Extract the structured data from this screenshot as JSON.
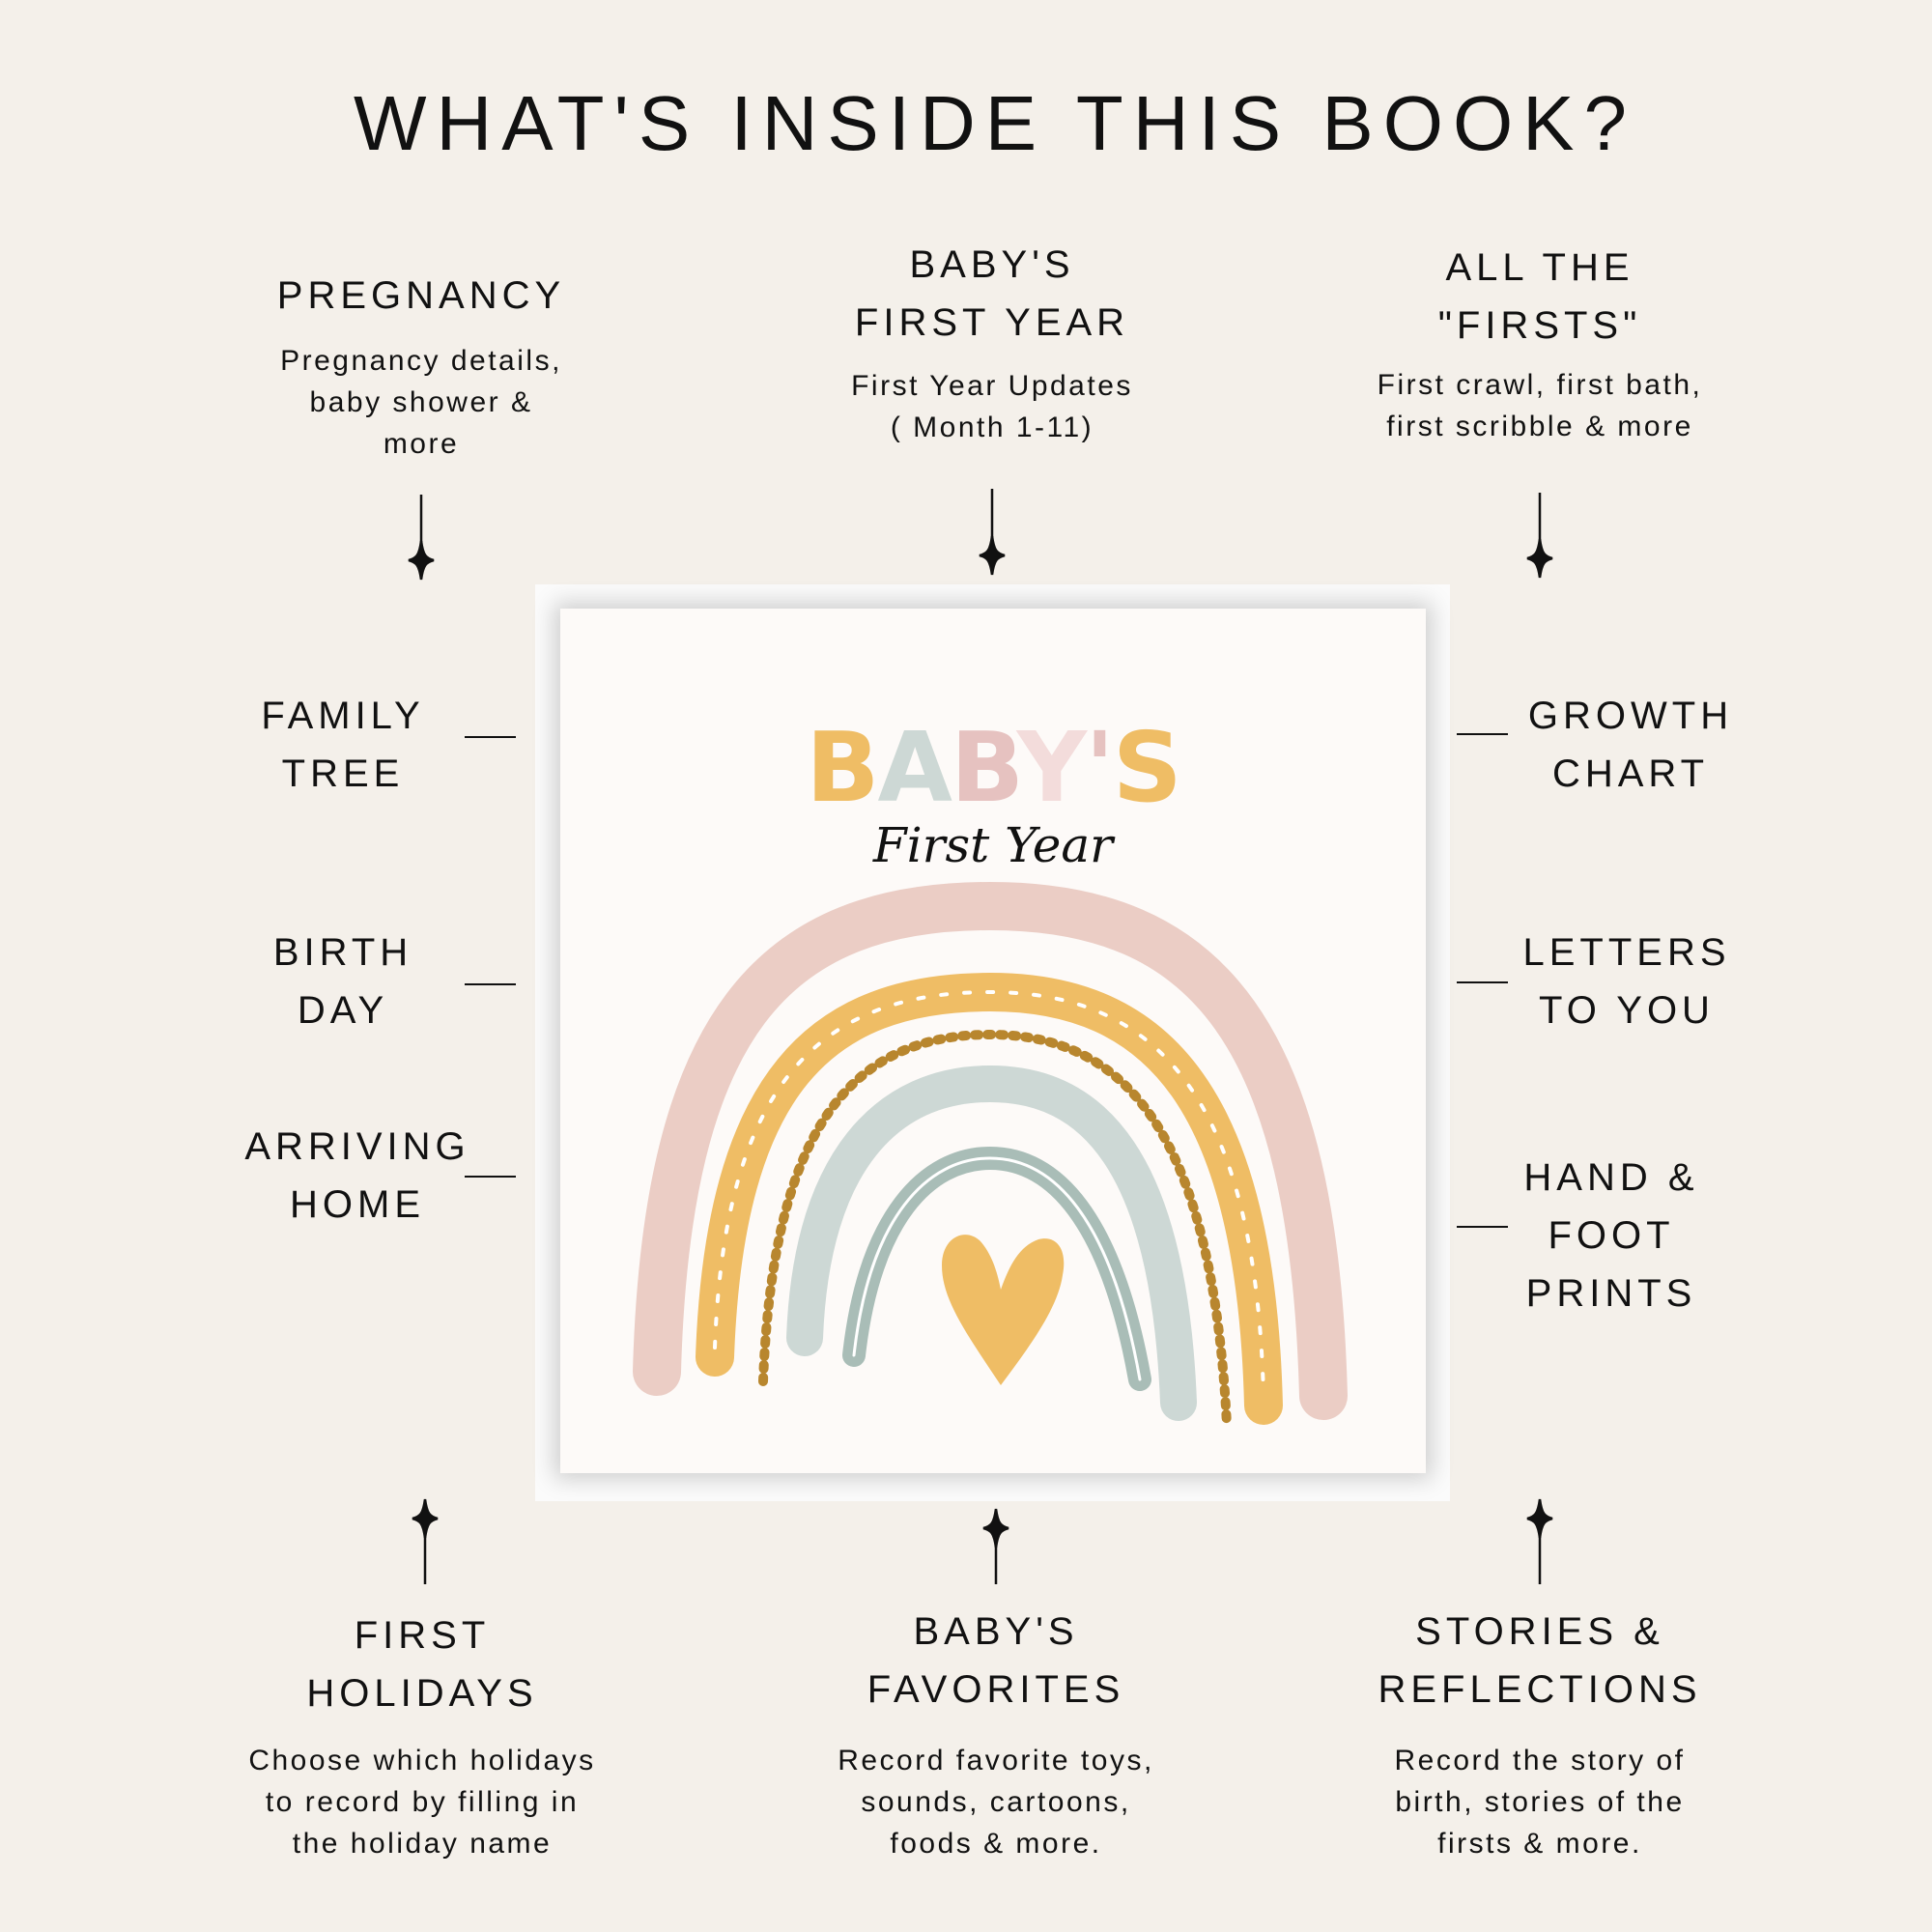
{
  "title": "WHAT'S INSIDE THIS BOOK?",
  "cover": {
    "title": "BABY'S",
    "subtitle": "First Year",
    "letter_colors": [
      "#efbd65",
      "#cdd8d5",
      "#e6c2c0",
      "#f3dcdb",
      "#e6c2c0",
      "#efbd65"
    ]
  },
  "top": [
    {
      "heading": [
        "PREGNANCY"
      ],
      "desc": [
        "Pregnancy details,",
        "baby shower &",
        "more"
      ]
    },
    {
      "heading": [
        "BABY'S",
        "FIRST YEAR"
      ],
      "desc": [
        "First Year Updates",
        "( Month 1-11)"
      ]
    },
    {
      "heading": [
        "ALL THE",
        "\"FIRSTS\""
      ],
      "desc": [
        "First crawl, first bath,",
        "first scribble & more"
      ]
    }
  ],
  "left": [
    {
      "heading": [
        "FAMILY",
        "TREE"
      ]
    },
    {
      "heading": [
        "BIRTH",
        "DAY"
      ]
    },
    {
      "heading": [
        "ARRIVING",
        "HOME"
      ]
    }
  ],
  "right": [
    {
      "heading": [
        "GROWTH",
        "CHART"
      ]
    },
    {
      "heading": [
        "LETTERS",
        "TO YOU"
      ]
    },
    {
      "heading": [
        "HAND &",
        "FOOT",
        "PRINTS"
      ]
    }
  ],
  "bottom": [
    {
      "heading": [
        "FIRST",
        "HOLIDAYS"
      ],
      "desc": [
        "Choose which holidays",
        "to record by filling in",
        "the holiday name"
      ]
    },
    {
      "heading": [
        "BABY'S",
        "FAVORITES"
      ],
      "desc": [
        "Record favorite toys,",
        "sounds, cartoons,",
        "foods  & more."
      ]
    },
    {
      "heading": [
        "STORIES &",
        "REFLECTIONS"
      ],
      "desc": [
        "Record the story of",
        "birth, stories of the",
        "firsts & more."
      ]
    }
  ],
  "colors": {
    "background": "#f4f0ea",
    "pink": "#ebcdc5",
    "yellow": "#efbd65",
    "dots": "#b8862e",
    "blue": "#cdd8d5",
    "sage": "#a9bdb7"
  }
}
